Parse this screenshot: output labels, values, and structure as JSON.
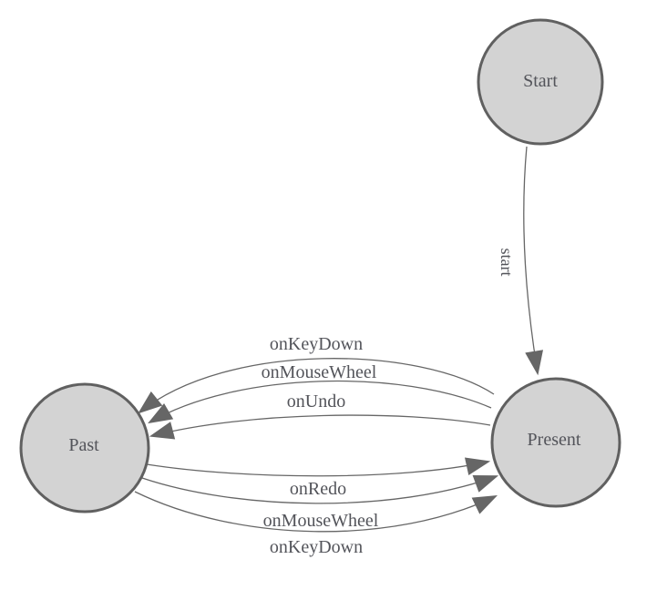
{
  "diagram": {
    "type": "state-machine",
    "background_color": "#ffffff",
    "node_fill_color": "#d3d3d3",
    "node_border_color": "#606060",
    "edge_color": "#666666",
    "arrowhead_color": "#666666",
    "text_color": "#53545a",
    "nodes": [
      {
        "id": "start",
        "label": "Start"
      },
      {
        "id": "past",
        "label": "Past"
      },
      {
        "id": "present",
        "label": "Present"
      }
    ],
    "edges": [
      {
        "from": "Start",
        "to": "Present",
        "label": "start"
      },
      {
        "from": "Present",
        "to": "Past",
        "label": "onKeyDown"
      },
      {
        "from": "Present",
        "to": "Past",
        "label": "onMouseWheel"
      },
      {
        "from": "Present",
        "to": "Past",
        "label": "onUndo"
      },
      {
        "from": "Past",
        "to": "Present",
        "label": "onRedo"
      },
      {
        "from": "Past",
        "to": "Present",
        "label": "onMouseWheel"
      },
      {
        "from": "Past",
        "to": "Present",
        "label": "onKeyDown"
      }
    ]
  }
}
